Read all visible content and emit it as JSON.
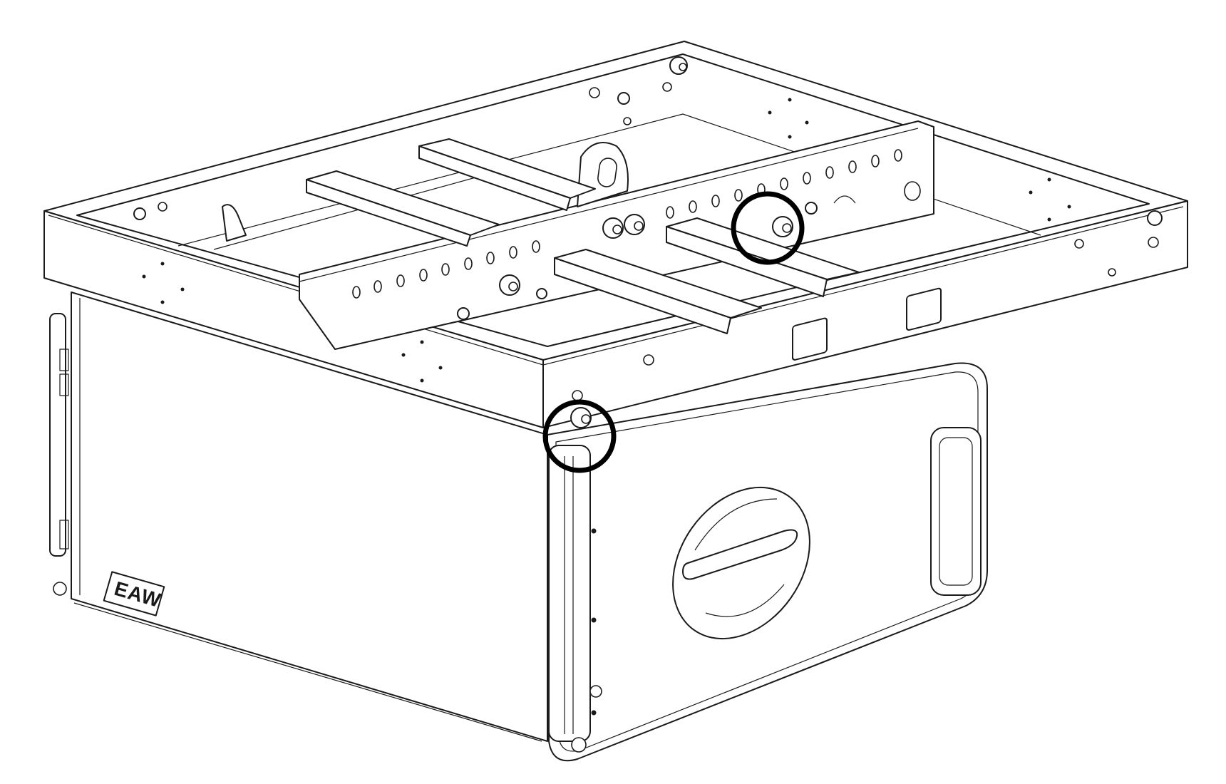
{
  "figure": {
    "brand_logo_text": "EAW",
    "callouts": [
      {
        "id": "upper-rear-pin",
        "shape": "circle"
      },
      {
        "id": "front-corner-pin",
        "shape": "circle"
      }
    ],
    "colors": {
      "line": "#1a1a1a",
      "background": "#ffffff",
      "callout": "#000000"
    }
  }
}
